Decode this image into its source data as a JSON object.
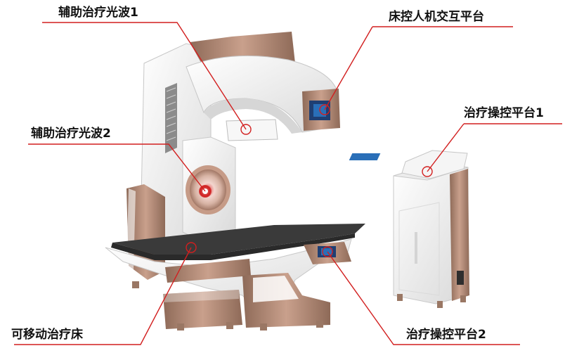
{
  "labels": {
    "aux_light_1": "辅助治疗光波1",
    "aux_light_2": "辅助治疗光波2",
    "bed_hmi": "床控人机交互平台",
    "console_1": "治疗操控平台1",
    "console_2": "治疗操控平台2",
    "mobile_bed": "可移动治疗床"
  },
  "colors": {
    "callout_line": "#d21f1f",
    "accent_bronze": "#b58b76",
    "body_white": "#f3f3f3",
    "shadow_gray": "#cfcfcf",
    "dark_tabletop": "#3a3a3a",
    "screen_blue": "#2a6fb8"
  }
}
